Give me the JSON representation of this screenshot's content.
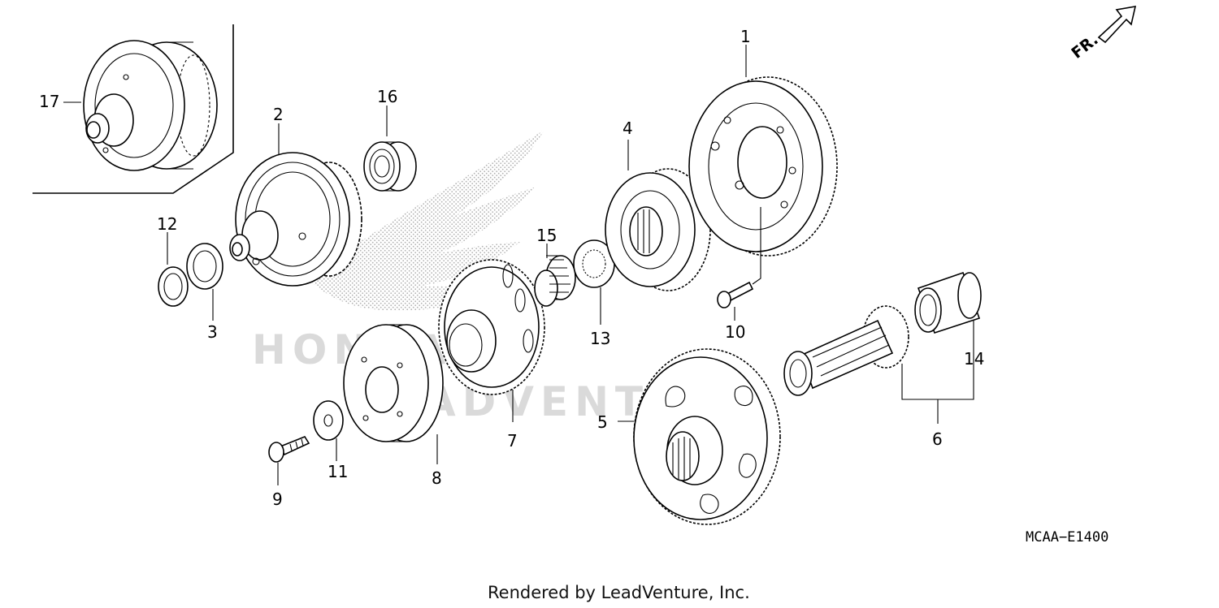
{
  "diagram": {
    "code": "MCAA−E1400",
    "footer": "Rendered by LeadVenture, Inc.",
    "direction_label": "FR.",
    "watermark_text": "LEADVENTURE",
    "watermark_logo": "HONDA",
    "callouts": [
      "1",
      "2",
      "3",
      "4",
      "5",
      "6",
      "7",
      "8",
      "9",
      "10",
      "11",
      "12",
      "13",
      "14",
      "15",
      "16",
      "17"
    ]
  }
}
